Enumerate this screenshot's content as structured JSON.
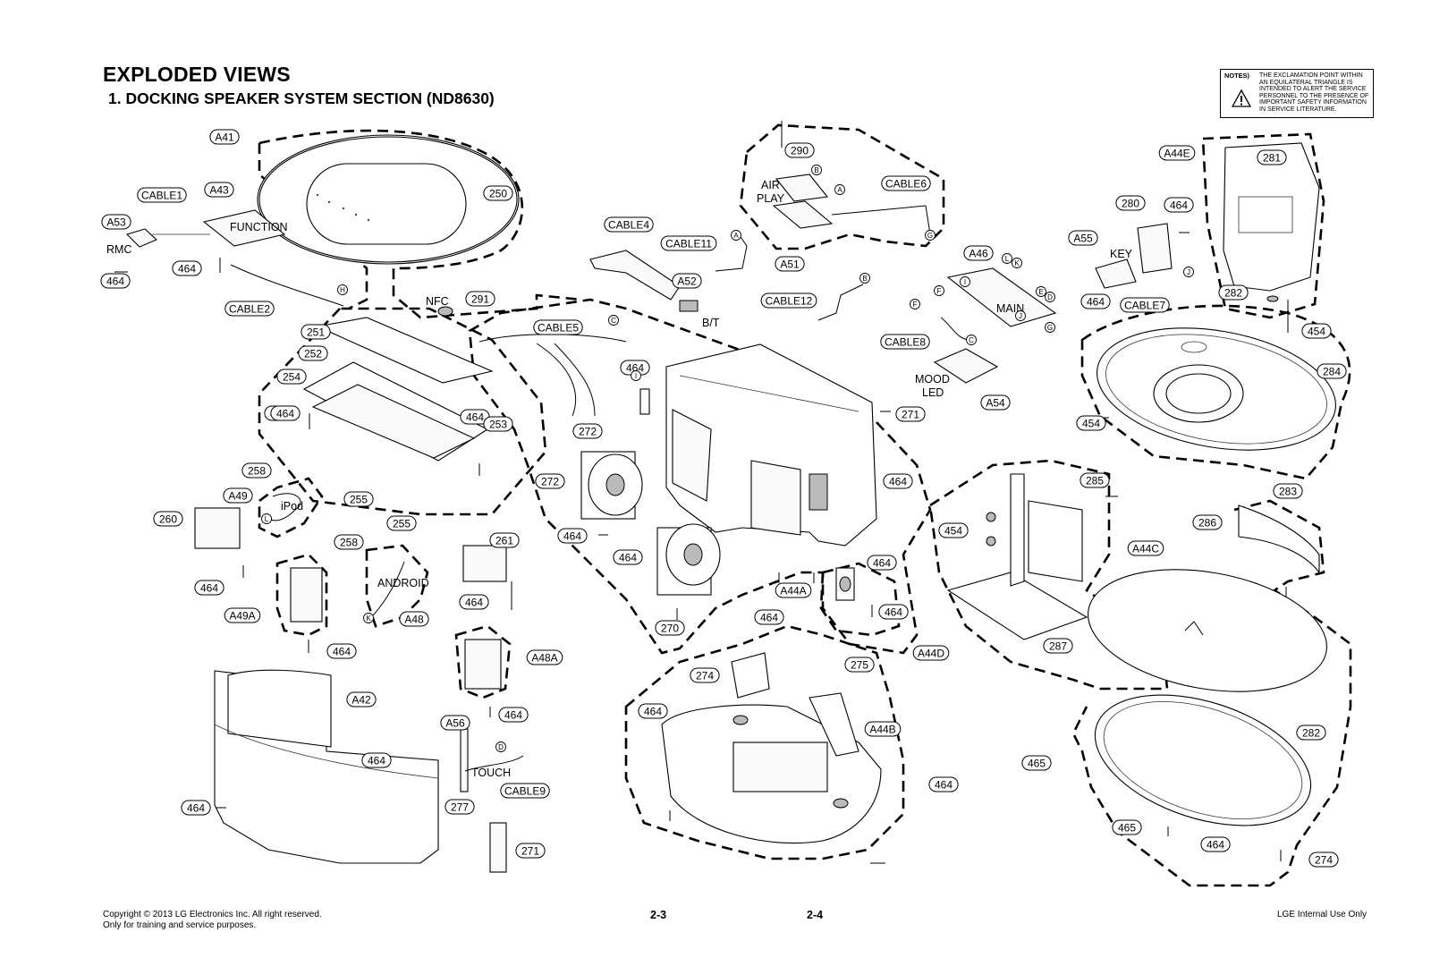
{
  "header": {
    "title": "EXPLODED VIEWS",
    "subtitle": "1. DOCKING SPEAKER SYSTEM SECTION (ND8630)"
  },
  "notes": {
    "heading": "NOTES)",
    "text": "THE EXCLAMATION POINT WITHIN AN EQUILATERAL TRIANGLE IS INTENDED TO ALERT THE SERVICE PERSONNEL TO THE PRESENCE OF IMPORTANT SAFETY INFORMATION IN SERVICE LITERATURE."
  },
  "footer": {
    "copyright": "Copyright © 2013 LG Electronics Inc. All right reserved.",
    "usage": "Only for training and service purposes.",
    "page_left": "2-3",
    "page_right": "2-4",
    "internal": "LGE Internal Use Only"
  },
  "diagram": {
    "part_labels": [
      "A41",
      "A43",
      "CABLE1",
      "A53",
      "464",
      "464",
      "250",
      "CABLE2",
      "291",
      "464",
      "290",
      "CABLE6",
      "A51",
      "CABLE4",
      "CABLE11",
      "A52",
      "CABLE5",
      "CABLE12",
      "A46",
      "A55",
      "280",
      "464",
      "A44E",
      "281",
      "282",
      "454",
      "CABLE7",
      "464",
      "CABLE8",
      "A54",
      "251",
      "252",
      "254",
      "464",
      "253",
      "464",
      "255",
      "255",
      "258",
      "A49",
      "260",
      "464",
      "A49A",
      "464",
      "258",
      "A48",
      "261",
      "464",
      "A48A",
      "464",
      "A42",
      "A56",
      "CABLE9",
      "464",
      "464",
      "277",
      "271",
      "464",
      "272",
      "272",
      "464",
      "464",
      "270",
      "464",
      "271",
      "464",
      "A44A",
      "464",
      "A44D",
      "454",
      "284",
      "285",
      "454",
      "286",
      "283",
      "A44C",
      "287",
      "465",
      "282",
      "465",
      "464",
      "274",
      "464",
      "274",
      "275",
      "A44B",
      "464",
      "464"
    ],
    "text_labels": [
      "FUNCTION",
      "RMC",
      "NFC",
      "AIR",
      "PLAY",
      "B/T",
      "MAIN",
      "KEY",
      "MOOD",
      "LED",
      "iPod",
      "ANDROID",
      "TOUCH"
    ],
    "connector_markers": [
      "H",
      "C",
      "A",
      "B",
      "G",
      "A",
      "I",
      "B",
      "I",
      "L",
      "K",
      "D",
      "E",
      "F",
      "G",
      "C",
      "J",
      "F",
      "J",
      "L",
      "K",
      "D"
    ]
  }
}
